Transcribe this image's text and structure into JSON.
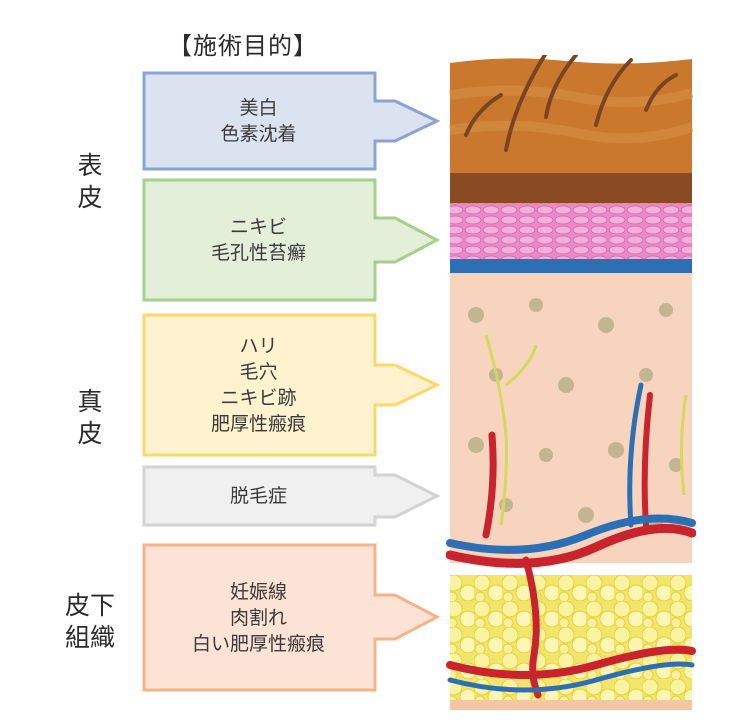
{
  "title": "【施術目的】",
  "layers": [
    {
      "lines": [
        "表",
        "皮"
      ]
    },
    {
      "lines": [
        "真",
        "皮"
      ]
    },
    {
      "lines": [
        "皮下",
        "組織"
      ]
    }
  ],
  "arrows": [
    {
      "lines": [
        "美白",
        "色素沈着"
      ],
      "fill": "#dbe3f1",
      "stroke": "#8ba3d3"
    },
    {
      "lines": [
        "ニキビ",
        "毛孔性苔癬"
      ],
      "fill": "#e3efd9",
      "stroke": "#a6cf8b"
    },
    {
      "lines": [
        "ハリ",
        "毛穴",
        "ニキビ跡",
        "肥厚性瘢痕"
      ],
      "fill": "#fff3cf",
      "stroke": "#fbd86a"
    },
    {
      "lines": [
        "脱毛症"
      ],
      "fill": "#f0f0f0",
      "stroke": "#d3d3d3"
    },
    {
      "lines": [
        "妊娠線",
        "肉割れ",
        "白い肥厚性瘢痕"
      ],
      "fill": "#fce3d5",
      "stroke": "#f3b48c"
    }
  ]
}
